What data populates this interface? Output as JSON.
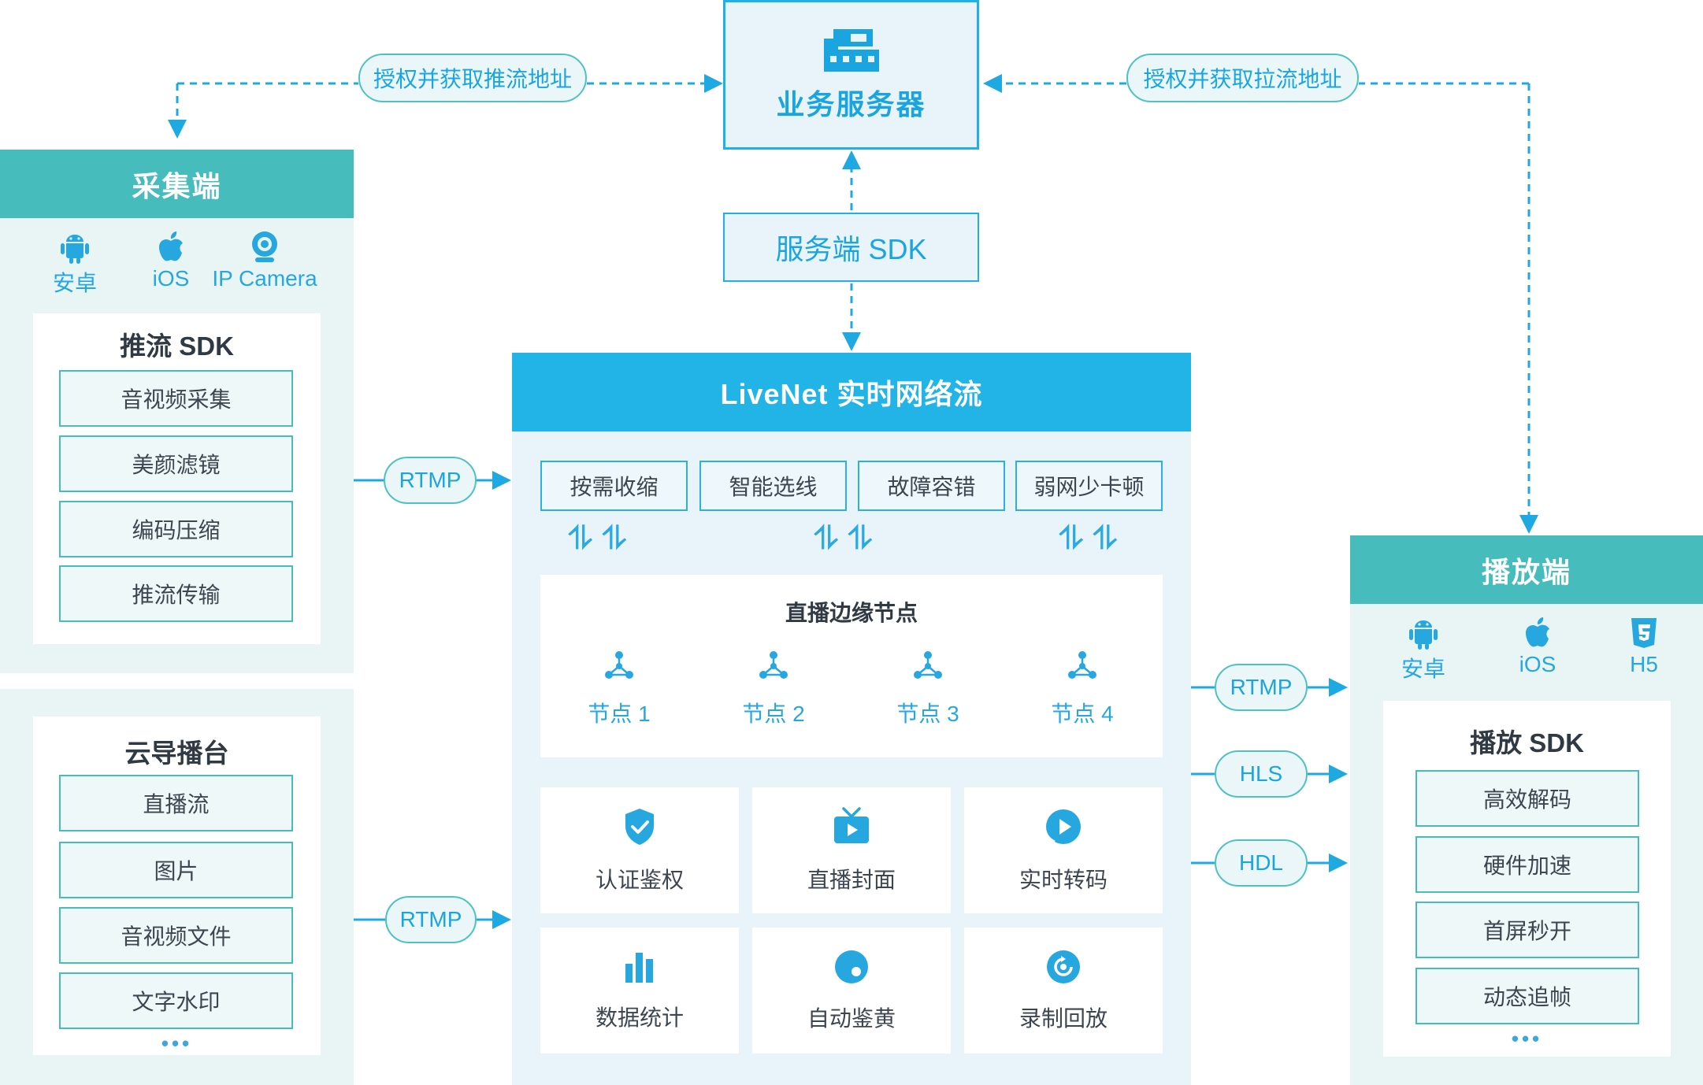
{
  "business_server": {
    "label": "业务服务器",
    "icon": "server-building-icon"
  },
  "server_sdk": {
    "label": "服务端 SDK"
  },
  "push_auth_label": "授权并获取推流地址",
  "pull_auth_label": "授权并获取拉流地址",
  "capture": {
    "title": "采集端",
    "platforms": [
      {
        "label": "安卓",
        "icon": "android-icon"
      },
      {
        "label": "iOS",
        "icon": "apple-icon"
      },
      {
        "label": "IP Camera",
        "icon": "webcam-icon"
      }
    ],
    "sdk_title": "推流 SDK",
    "sdk_items": [
      "音视频采集",
      "美颜滤镜",
      "编码压缩",
      "推流传输"
    ]
  },
  "director": {
    "title": "云导播台",
    "items": [
      "直播流",
      "图片",
      "音视频文件",
      "文字水印"
    ],
    "more": "•••"
  },
  "protocols": {
    "push_capture": "RTMP",
    "push_director": "RTMP",
    "output": [
      "RTMP",
      "HLS",
      "HDL"
    ]
  },
  "livenet": {
    "title": "LiveNet 实时网络流",
    "features": [
      "按需收缩",
      "智能选线",
      "故障容错",
      "弱网少卡顿"
    ],
    "sync_arrows": "⥮⥮",
    "edge_title": "直播边缘节点",
    "nodes": [
      "节点 1",
      "节点 2",
      "节点 3",
      "节点 4"
    ],
    "services": [
      {
        "label": "认证鉴权",
        "icon": "shield-check-icon"
      },
      {
        "label": "直播封面",
        "icon": "tv-play-icon"
      },
      {
        "label": "实时转码",
        "icon": "transcode-play-icon"
      },
      {
        "label": "数据统计",
        "icon": "bar-chart-icon"
      },
      {
        "label": "自动鉴黄",
        "icon": "moderation-dot-icon"
      },
      {
        "label": "录制回放",
        "icon": "replay-icon"
      }
    ]
  },
  "player": {
    "title": "播放端",
    "platforms": [
      {
        "label": "安卓",
        "icon": "android-icon"
      },
      {
        "label": "iOS",
        "icon": "apple-icon"
      },
      {
        "label": "H5",
        "icon": "html5-icon"
      }
    ],
    "sdk_title": "播放 SDK",
    "sdk_items": [
      "高效解码",
      "硬件加速",
      "首屏秒开",
      "动态追帧"
    ],
    "more": "•••"
  },
  "colors": {
    "blue": "#22b4e6",
    "teal": "#46bcbd",
    "panel": "#e9f5f5"
  }
}
